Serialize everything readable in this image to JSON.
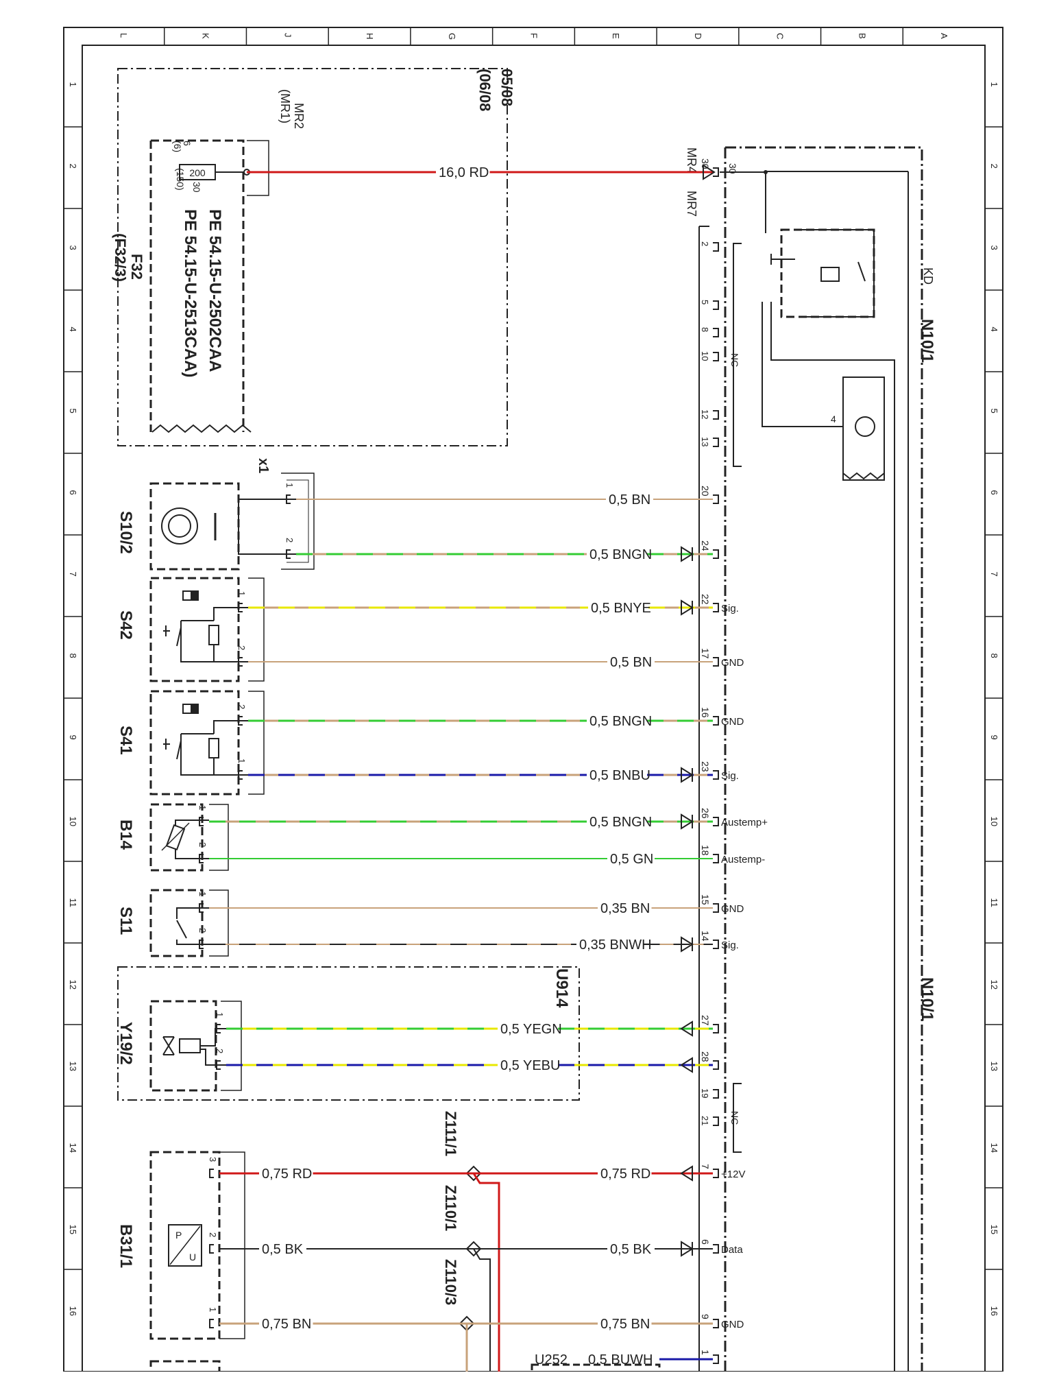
{
  "frame": {
    "columns": [
      "L",
      "K",
      "J",
      "H",
      "G",
      "F",
      "E",
      "D",
      "C",
      "B",
      "A"
    ],
    "rows": [
      "1",
      "2",
      "3",
      "4",
      "5",
      "6",
      "7",
      "8",
      "9",
      "10",
      "11",
      "12",
      "13",
      "14",
      "15",
      "16"
    ]
  },
  "fuse_box": {
    "sheet_ref": "05/08",
    "sheet_ref_alt": "(06/08",
    "connector": "MR2",
    "connector_alt": "(MR1)",
    "fuse_rating": "200",
    "pin_top": "6",
    "pin_top_alt": "(6)",
    "pin_bottom": "30",
    "pin_bottom_alt": "(150)",
    "part_numbers": [
      "PE 54.15-U-2502CAA",
      "PE 54.15-U-2513CAA)"
    ],
    "name": "F32",
    "name_alt": "(F32/3)"
  },
  "module": {
    "name": "N10/1",
    "name_repeat": "N10/1",
    "kd": "KD",
    "connector_main": "MR4",
    "connector_signal": "MR7",
    "nc_label": "NC",
    "relay_pin": "4"
  },
  "wires": [
    {
      "label": "16,0 RD",
      "pin": "30"
    },
    {
      "label": "0,5 BN",
      "pin": "20"
    },
    {
      "label": "0,5 BNGN",
      "pin": "24"
    },
    {
      "label": "0,5 BNYE",
      "pin": "22",
      "signal": "Sig."
    },
    {
      "label": "0,5 BN",
      "pin": "17",
      "signal": "GND"
    },
    {
      "label": "0,5 BNGN",
      "pin": "16",
      "signal": "GND"
    },
    {
      "label": "0,5 BNBU",
      "pin": "23",
      "signal": "Sig."
    },
    {
      "label": "0,5 BNGN",
      "pin": "26",
      "signal": "Austemp+"
    },
    {
      "label": "0,5 GN",
      "pin": "18",
      "signal": "Austemp-"
    },
    {
      "label": "0,35 BN",
      "pin": "15",
      "signal": "GND"
    },
    {
      "label": "0,35 BNWH",
      "pin": "14",
      "signal": "Sig."
    },
    {
      "label": "0,5 YEGN",
      "pin": "27"
    },
    {
      "label": "0,5 YEBU",
      "pin": "28"
    },
    {
      "label": "0,75 RD",
      "pin": "7",
      "signal": "+12V",
      "left_label": "0,75 RD"
    },
    {
      "label": "0,5 BK",
      "pin": "6",
      "signal": "Data",
      "left_label": "0,5 BK"
    },
    {
      "label": "0,75 BN",
      "pin": "9",
      "signal": "GND",
      "left_label": "0,75 BN"
    },
    {
      "label": "0,5 BUWH",
      "pin": "1",
      "ref": "U252"
    }
  ],
  "module_pins_nc": [
    "2",
    "5",
    "8",
    "10",
    "12",
    "13"
  ],
  "module_pins_nc_lower": [
    "19",
    "21"
  ],
  "components": {
    "x1": "x1",
    "s10_2": "S10/2",
    "s42": "S42",
    "s41": "S41",
    "b14": "B14",
    "s11": "S11",
    "y19_2": "Y19/2",
    "u914": "U914",
    "b31_1": "B31/1",
    "splice_1": "Z111/1",
    "splice_2": "Z110/1",
    "splice_3": "Z110/3"
  },
  "colors": {
    "red": "#d01818",
    "brown": "#c8a27a",
    "green": "#33cc33",
    "yellow": "#e8e800",
    "blue": "#1a1aa8",
    "black": "#222222"
  }
}
